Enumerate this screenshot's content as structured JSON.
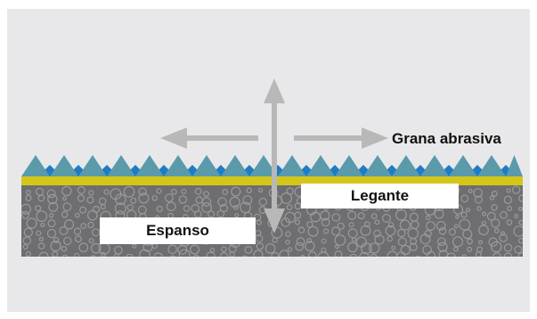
{
  "labels": {
    "abrasive_grain": "Grana abrasiva",
    "binder": "Legante",
    "foam": "Espanso"
  },
  "colors": {
    "panel_background": "#e8e8ea",
    "foam": "#6e6e70",
    "foam_bubbles": "#9a9a9c",
    "binder_layer": "#d4c619",
    "grain_large": "#5a9aaa",
    "grain_small": "#1f7cc4",
    "arrows": "#b8b8b8",
    "label_boxes": "#ffffff"
  },
  "icons": {
    "arrow_left": "left-arrow-icon",
    "arrow_right": "right-arrow-icon",
    "arrow_vertical": "double-vertical-arrow-icon"
  }
}
